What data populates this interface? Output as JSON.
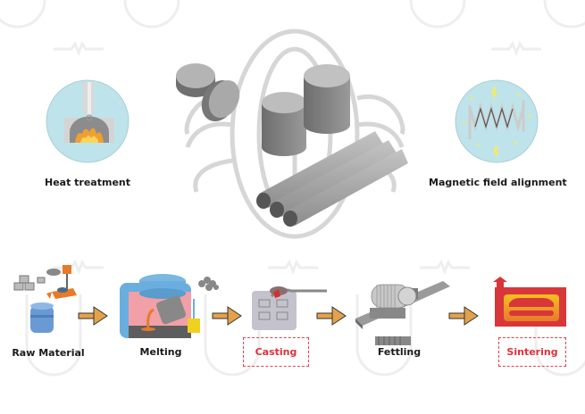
{
  "title": "Magnet manufacturing process",
  "top_steps": [
    {
      "label": "Heat treatment",
      "icon": "furnace-fire-icon"
    },
    {
      "label": "Magnetic field alignment",
      "icon": "magnetic-coil-icon"
    }
  ],
  "center_image": {
    "icon": "magnet-products-icon"
  },
  "process_steps": [
    {
      "label": "Raw Material",
      "highlighted": false,
      "icon": "raw-material-icon"
    },
    {
      "label": "Melting",
      "highlighted": false,
      "icon": "melting-furnace-icon"
    },
    {
      "label": "Casting",
      "highlighted": true,
      "icon": "casting-mold-icon"
    },
    {
      "label": "Fettling",
      "highlighted": false,
      "icon": "fettling-machine-icon"
    },
    {
      "label": "Sintering",
      "highlighted": true,
      "icon": "sintering-oven-icon"
    }
  ],
  "colors": {
    "arrow": "#e3a24a",
    "highlight": "#e0303a",
    "circle_bg": "#bfe3ea",
    "metal": "#8a8a8a"
  }
}
